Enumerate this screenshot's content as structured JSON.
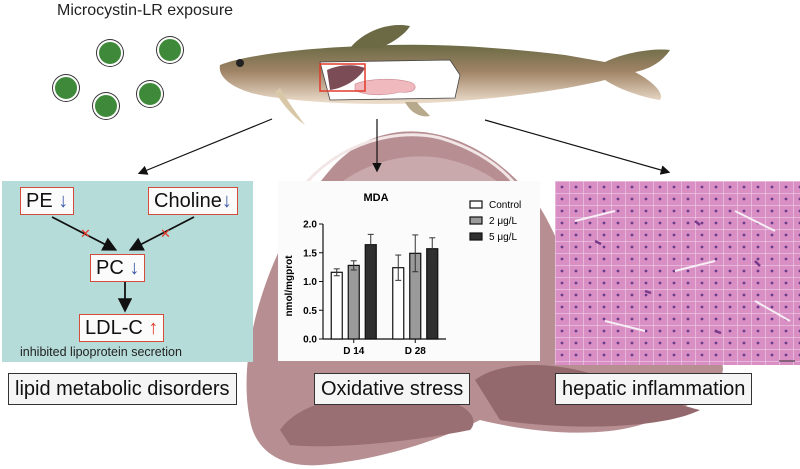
{
  "header": {
    "title": "Microcystin-LR exposure"
  },
  "exposure": {
    "bead_count": 5,
    "bead_color": "#3e8a3a"
  },
  "fish": {
    "organ_highlight": "liver",
    "highlight_color": "#e23a2a"
  },
  "lipid_panel": {
    "background": "#b6dcd9",
    "nodes": [
      {
        "label": "PE",
        "trend": "↓",
        "trend_dir": "down"
      },
      {
        "label": "Choline",
        "trend": "↓",
        "trend_dir": "down"
      },
      {
        "label": "PC",
        "trend": "↓",
        "trend_dir": "down"
      },
      {
        "label": "LDL-C",
        "trend": "↑",
        "trend_dir": "up"
      }
    ],
    "blocked_mark": "✕",
    "note": "inhibited lipoprotein secretion",
    "caption": "lipid metabolic disorders"
  },
  "chart_panel": {
    "caption": "Oxidative stress"
  },
  "histo_panel": {
    "caption": "hepatic inflammation",
    "stain_color": "#d98fc4"
  },
  "chart_data": {
    "type": "bar",
    "title": "MDA",
    "xlabel": "",
    "ylabel": "nmol/mgprot",
    "ylim": [
      0,
      2.0
    ],
    "yticks": [
      "0.0",
      "0.5",
      "1.0",
      "1.5",
      "2.0"
    ],
    "ytick_values": [
      0,
      0.5,
      1.0,
      1.5,
      2.0
    ],
    "categories": [
      "D 14",
      "D 28"
    ],
    "series": [
      {
        "name": "Control",
        "color": "#ffffff",
        "values": [
          1.16,
          1.24
        ],
        "errors": [
          0.06,
          0.22
        ]
      },
      {
        "name": "2 μg/L",
        "color": "#9a9a9a",
        "values": [
          1.28,
          1.49
        ],
        "errors": [
          0.08,
          0.32
        ]
      },
      {
        "name": "5 μg/L",
        "color": "#2f2f2f",
        "values": [
          1.64,
          1.57
        ],
        "errors": [
          0.18,
          0.19
        ]
      }
    ],
    "legend": "top-right",
    "grid": false
  }
}
